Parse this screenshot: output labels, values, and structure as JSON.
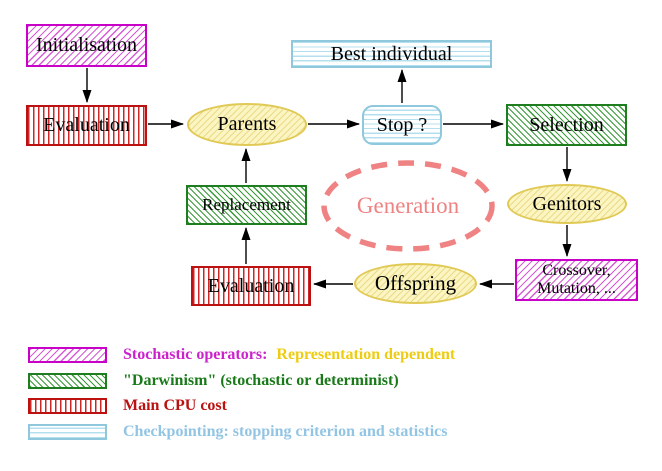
{
  "diagram": {
    "nodes": {
      "initialisation": "Initialisation",
      "evaluation_top": "Evaluation",
      "parents": "Parents",
      "best_individual": "Best individual",
      "stop": "Stop ?",
      "selection": "Selection",
      "genitors": "Genitors",
      "crossover_line1": "Crossover,",
      "crossover_line2": "Mutation, ...",
      "offspring": "Offspring",
      "evaluation_bottom": "Evaluation",
      "replacement": "Replacement",
      "generation": "Generation"
    },
    "colors": {
      "stochastic_magenta": "#cc00cc",
      "darwinism_green": "#1a7a1a",
      "cpu_red": "#bb1111",
      "checkpoint_cyan": "#8fc8dc",
      "yellow_node_border": "#e0c955",
      "yellow_node_fill": "#fbf5c2",
      "generation_coral": "#ef8282",
      "legend_gold": "#eecc11",
      "arrow": "#000000"
    }
  },
  "legend": {
    "row1_part1": "Stochastic operators:",
    "row1_part2": "Representation dependent",
    "row2": "\"Darwinism\" (stochastic or determinist)",
    "row3": "Main CPU cost",
    "row4": "Checkpointing: stopping criterion and statistics"
  }
}
